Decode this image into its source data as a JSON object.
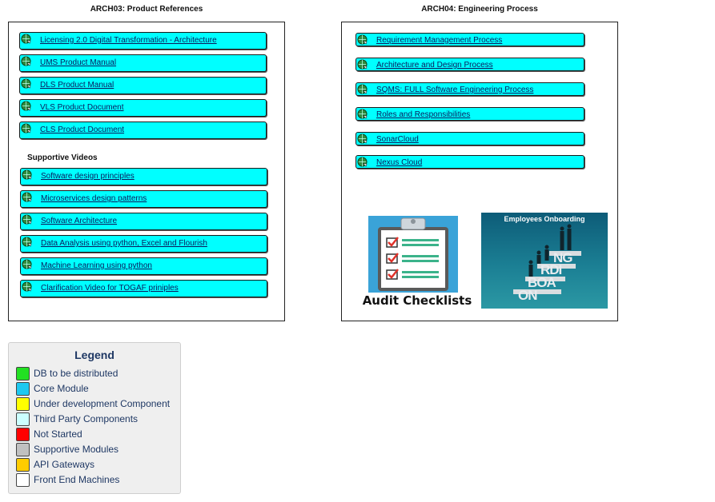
{
  "panels": {
    "left": {
      "title": "ARCH03: Product References",
      "links": [
        {
          "label": "Licensing 2.0 Digital Transformation - Architecture"
        },
        {
          "label": "UMS Product Manual"
        },
        {
          "label": "DLS Product Manual"
        },
        {
          "label": "VLS Product Document"
        },
        {
          "label": "CLS Product Document"
        }
      ],
      "videos_heading": "Supportive Videos",
      "videos": [
        {
          "label": "Software design principles"
        },
        {
          "label": "Microservices design patterns"
        },
        {
          "label": "Software Architecture"
        },
        {
          "label": "Data Analysis using python, Excel and Flourish"
        },
        {
          "label": "Machine Learning using python"
        },
        {
          "label": "Clarification Video for TOGAF priniples"
        }
      ]
    },
    "right": {
      "title": "ARCH04: Engineering Process",
      "links": [
        {
          "label": "Requirement Management Process"
        },
        {
          "label": "Architecture and Design Process"
        },
        {
          "label": "SQMS: FULL Software Engineering Process"
        },
        {
          "label": "Roles and Responsibilities"
        },
        {
          "label": "SonarCloud"
        },
        {
          "label": "Nexus Cloud"
        }
      ],
      "audit_image_caption": "Audit Checklists",
      "onboarding_image_title": "Employees Onboarding",
      "onboarding_letters": [
        "NG",
        "RDI",
        "BOA",
        "ON"
      ]
    }
  },
  "legend": {
    "title": "Legend",
    "items": [
      {
        "label": "DB to be distributed",
        "color": "#22e022"
      },
      {
        "label": "Core Module",
        "color": "#1ec8f0"
      },
      {
        "label": "Under development Component",
        "color": "#ffff00"
      },
      {
        "label": "Third Party Components",
        "color": "#ccffff"
      },
      {
        "label": "Not Started",
        "color": "#ff0000"
      },
      {
        "label": "Supportive Modules",
        "color": "#c0c0c0"
      },
      {
        "label": "API Gateways",
        "color": "#ffcc00"
      },
      {
        "label": "Front End Machines",
        "color": "#ffffff"
      }
    ]
  },
  "colors": {
    "link_fill": "#00ffff",
    "legend_text": "#1f3864"
  },
  "icons": {
    "link_icon": "globe-link-icon"
  }
}
